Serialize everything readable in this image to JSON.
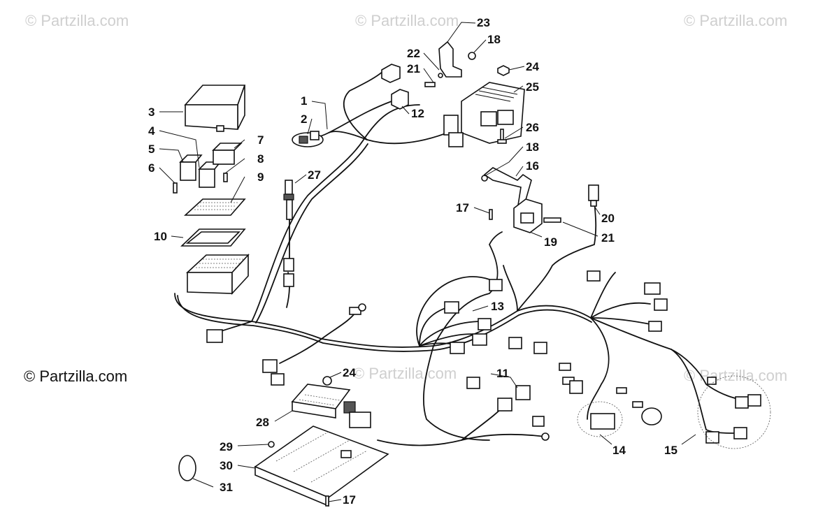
{
  "copyright_text": "© Partzilla.com",
  "watermarks": [
    "© Partzilla.com",
    "© Partzilla.com",
    "© Partzilla.com",
    "© Partzilla.com",
    "© Partzilla.com"
  ],
  "callouts": [
    "1",
    "2",
    "3",
    "4",
    "5",
    "6",
    "7",
    "8",
    "9",
    "10",
    "11",
    "12",
    "13",
    "14",
    "15",
    "16",
    "17",
    "18",
    "19",
    "20",
    "21",
    "22",
    "23",
    "24",
    "25",
    "26",
    "27",
    "28",
    "29",
    "30",
    "31",
    "24",
    "18",
    "21",
    "17"
  ],
  "colors": {
    "line": "#111111",
    "background": "#ffffff",
    "watermark": "#cfcfcf"
  }
}
